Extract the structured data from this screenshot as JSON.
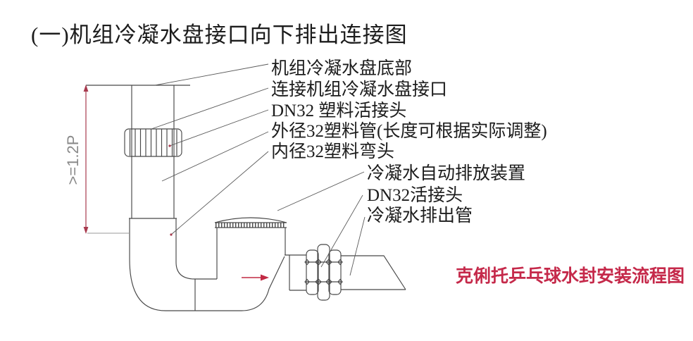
{
  "title": "(一)机组冷凝水盘接口向下排出连接图",
  "dimension": {
    "label": ">=1.2P"
  },
  "part_labels": [
    {
      "id": "pan-bottom",
      "text": "机组冷凝水盘底部"
    },
    {
      "id": "pan-interface",
      "text": "连接机组冷凝水盘接口"
    },
    {
      "id": "plastic-union",
      "text": "DN32   塑料活接头"
    },
    {
      "id": "plastic-pipe",
      "text": "外径32塑料管(长度可根据实际调整)"
    },
    {
      "id": "plastic-elbow",
      "text": "内径32塑料弯头"
    },
    {
      "id": "auto-drain-device",
      "text": "冷凝水自动排放装置"
    },
    {
      "id": "union-dn32",
      "text": "DN32活接头"
    },
    {
      "id": "drain-pipe",
      "text": "冷凝水排出管"
    }
  ],
  "caption": {
    "text": "克俐托乒乓球水封安装流程图"
  },
  "colors": {
    "line": "#474747",
    "leader": "#5a5a5a",
    "dimension": "#a83a4e",
    "flow_arrow": "#c22a44",
    "caption": "#c5294a",
    "dim_text": "#8a8a8a"
  }
}
